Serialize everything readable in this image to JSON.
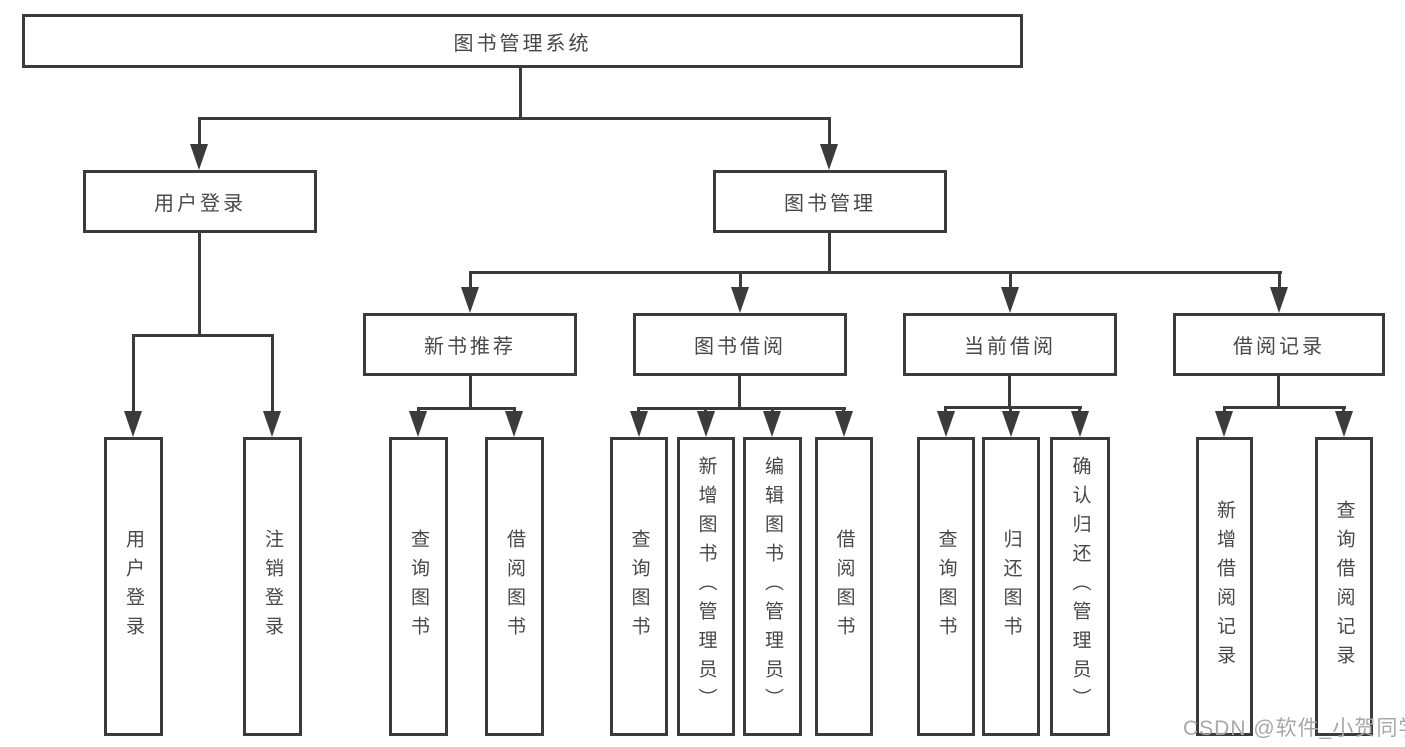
{
  "title": "图书管理系统",
  "watermark": "CSDN @软件_小贺同学",
  "colors": {
    "background": "#ffffff",
    "line": "#3b3b3d",
    "text": "#48484c",
    "watermark": "#a8a8a8"
  },
  "tree": {
    "root": {
      "label": "图书管理系统",
      "children": [
        {
          "label": "用户登录",
          "children": [
            {
              "label": "用户登录"
            },
            {
              "label": "注销登录"
            }
          ]
        },
        {
          "label": "图书管理",
          "children": [
            {
              "label": "新书推荐",
              "children": [
                {
                  "label": "查询图书"
                },
                {
                  "label": "借阅图书"
                }
              ]
            },
            {
              "label": "图书借阅",
              "children": [
                {
                  "label": "查询图书"
                },
                {
                  "label": "新增图书（管理员）"
                },
                {
                  "label": "编辑图书（管理员）"
                },
                {
                  "label": "借阅图书"
                }
              ]
            },
            {
              "label": "当前借阅",
              "children": [
                {
                  "label": "查询图书"
                },
                {
                  "label": "归还图书"
                },
                {
                  "label": "确认归还（管理员）"
                }
              ]
            },
            {
              "label": "借阅记录",
              "children": [
                {
                  "label": "新增借阅记录"
                },
                {
                  "label": "查询借阅记录"
                }
              ]
            }
          ]
        }
      ]
    }
  }
}
